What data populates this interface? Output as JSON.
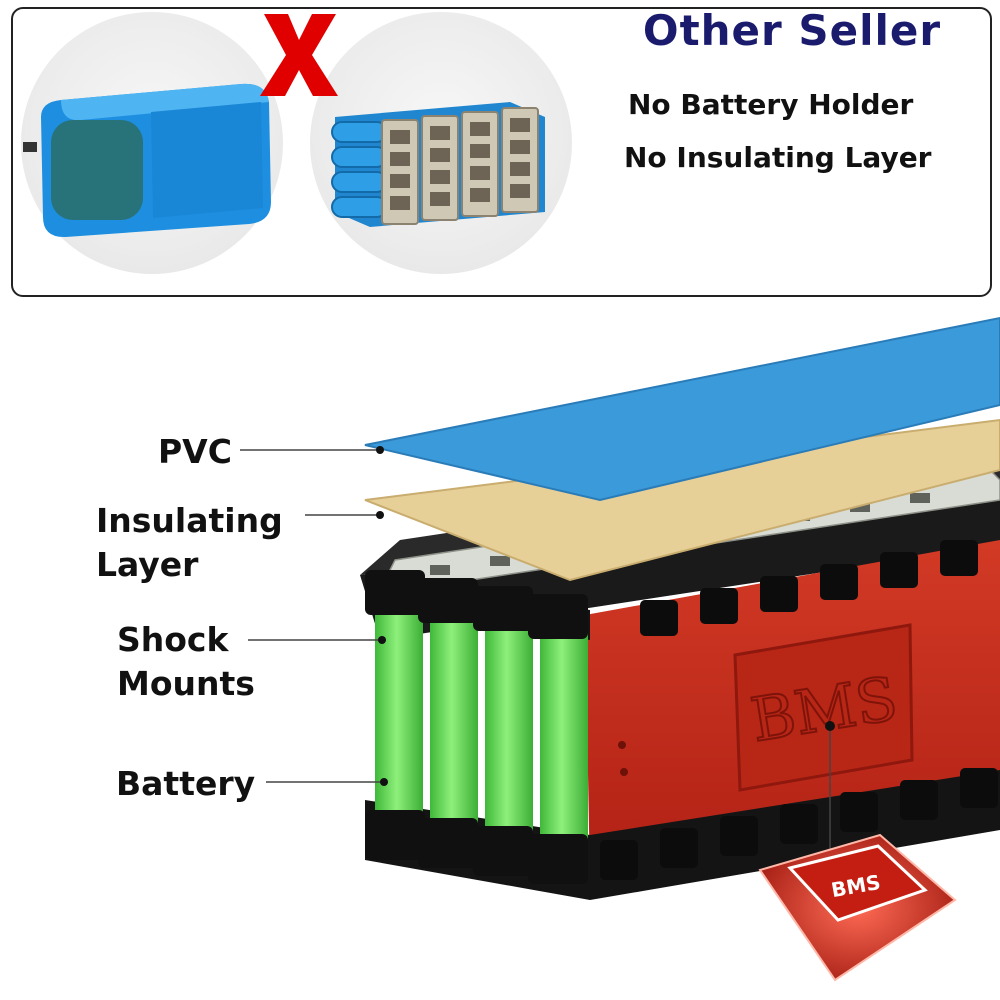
{
  "comparison": {
    "title": "Other Seller",
    "line1": "No Battery Holder",
    "line2": "No Insulating Layer"
  },
  "diagram": {
    "labels": {
      "pvc": "PVC",
      "insulating_line1": "Insulating",
      "insulating_line2": "Layer",
      "shock_line1": "Shock",
      "shock_line2": "Mounts",
      "battery": "Battery"
    },
    "bms_embossed": "BMS",
    "bms_chip": "BMS"
  },
  "colors": {
    "title": "#1b1b6e",
    "pvc": "#3b9ad9",
    "insulating": "#e7cf98",
    "cell_green": "#58d64a",
    "holder_black": "#141414",
    "bms_red": "#c02a1b",
    "cross_red": "#e00000"
  }
}
